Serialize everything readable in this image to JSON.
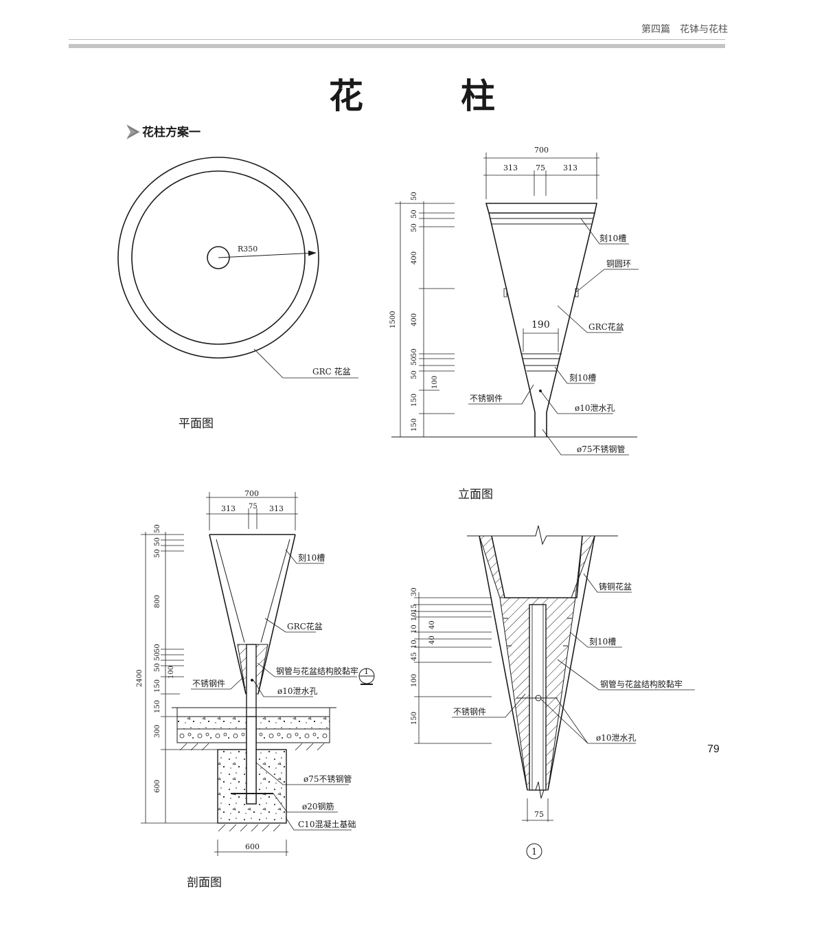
{
  "header": {
    "chapter": "第四篇　花钵与花柱"
  },
  "title": "花　柱",
  "section": {
    "title": "花柱方案一"
  },
  "page_number": "79",
  "plan": {
    "caption": "平面图",
    "radius_label": "R350",
    "pot_label": "GRC 花盆"
  },
  "elevation": {
    "caption": "立面图",
    "top_dims": {
      "total": "700",
      "left": "313",
      "mid": "75",
      "right": "313"
    },
    "inner_width": "190",
    "side_dims": [
      "50",
      "50",
      "50",
      "400",
      "400",
      "50",
      "50",
      "50",
      "100",
      "150",
      "150"
    ],
    "total_height": "1500",
    "labels": {
      "groove_top": "刻10槽",
      "copper_ring": "铜圆环",
      "grc_pot": "GRC花盆",
      "groove_bottom": "刻10槽",
      "stainless_part": "不锈钢件",
      "drain_hole": "ø10泄水孔",
      "steel_pipe": "ø75不锈钢管"
    }
  },
  "section_view": {
    "caption": "剖面图",
    "top_dims": {
      "total": "700",
      "left": "313",
      "mid": "75",
      "right": "313"
    },
    "side_dims": [
      "50",
      "50",
      "50",
      "800",
      "50",
      "50",
      "50",
      "100",
      "150",
      "150",
      "300",
      "600"
    ],
    "total_height": "2400",
    "base_width": "600",
    "callout": "1",
    "labels": {
      "groove": "刻10槽",
      "grc_pot": "GRC花盆",
      "glue": "钢管与花盆结构胶黏牢",
      "stainless_part": "不锈钢件",
      "drain_hole": "ø10泄水孔",
      "steel_pipe": "ø75不锈钢管",
      "rebar": "ø20钢筋",
      "foundation": "C10混凝土基础"
    }
  },
  "detail": {
    "callout": "1",
    "bottom_dim": "75",
    "side_dims": [
      "30",
      "15",
      "10",
      "10",
      "40",
      "10",
      "40",
      "45",
      "100",
      "150"
    ],
    "labels": {
      "cast_copper_pot": "铸铜花盆",
      "groove": "刻10槽",
      "glue": "钢管与花盆结构胶黏牢",
      "stainless_part": "不锈钢件",
      "drain_hole": "ø10泄水孔"
    }
  }
}
